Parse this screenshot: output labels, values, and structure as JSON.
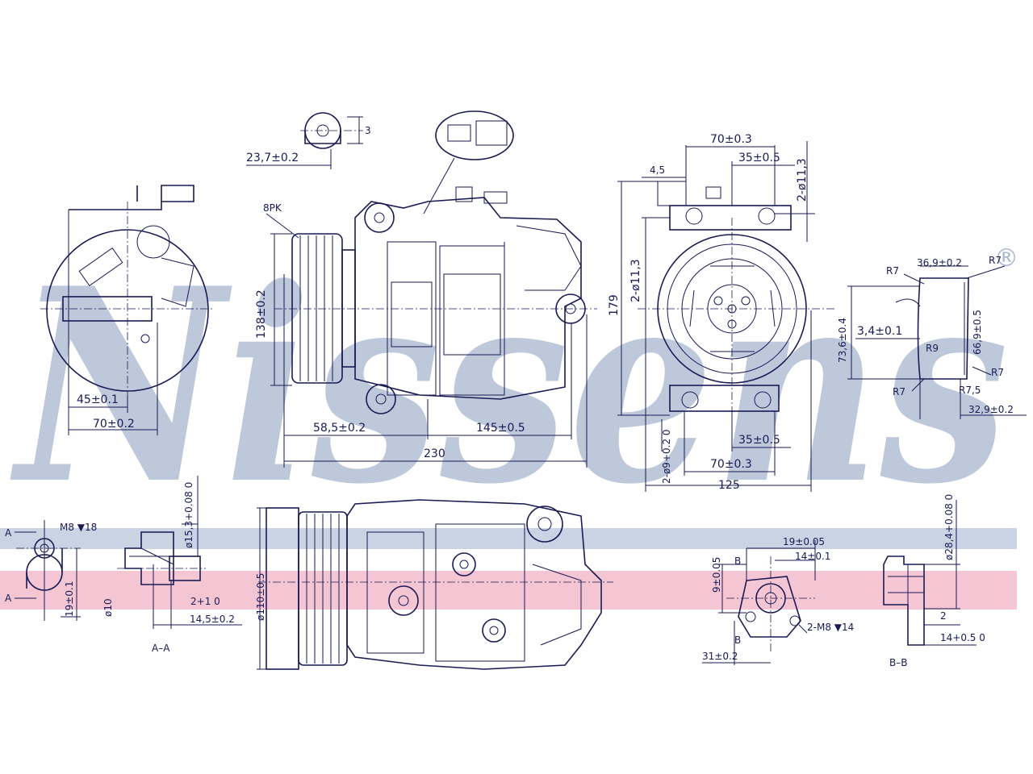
{
  "watermark": {
    "text": "Nissens",
    "registered": "®",
    "color": "#a9b6cf"
  },
  "bands": {
    "blue": "#c9d3e4",
    "pink": "#f4c5d2"
  },
  "colors": {
    "line": "#1a1a55",
    "background": "#ffffff"
  },
  "left_view": {
    "dim_45": "45±0.1",
    "dim_70": "70±0.2"
  },
  "top_detail": {
    "dim_23_7": "23,7±0.2",
    "dim_3": "3"
  },
  "side_view": {
    "label_8pk": "8PK",
    "dim_138": "138±0.2",
    "dim_58_5": "58,5±0.2",
    "dim_145": "145±0.5",
    "dim_230": "230"
  },
  "front_view": {
    "dim_70_top": "70±0.3",
    "dim_35_top": "35±0.5",
    "dim_4_5": "4,5",
    "dim_2_d11_3_top": "2-ø11,3",
    "dim_179": "179",
    "dim_2_d11_3_left": "2-ø11,3",
    "dim_2_d9": "2-ø9+0.2 0",
    "dim_35_bottom": "35±0.5",
    "dim_70_bottom": "70±0.3",
    "dim_125": "125"
  },
  "bracket_view": {
    "r7_a": "R7",
    "dim_36_9": "36,9±0.2",
    "r7_b": "R7",
    "dim_73_6": "73,6±0.4",
    "dim_3_4": "3,4±0.1",
    "r9": "R9",
    "dim_66_9": "66,9±0.5",
    "r7_c": "R7",
    "r7_d": "R7",
    "r7_5": "R7,5",
    "dim_32_9": "32,9±0.2"
  },
  "section_aa": {
    "label_a_top": "A",
    "label_a_bottom": "A",
    "m8": "M8 ▼18",
    "dim_19": "19±0.1",
    "dim_d10": "ø10",
    "dim_d15_3": "ø15,3+0.08 0",
    "dim_2": "2+1 0",
    "dim_14_5": "14,5±0.2",
    "title": "A–A"
  },
  "bottom_side_view": {
    "dim_d110": "ø110±0.5"
  },
  "port_detail": {
    "label_b_top": "B",
    "label_b_bottom": "B",
    "dim_19": "19±0.05",
    "dim_14": "14±0.1",
    "dim_9": "9±0.05",
    "m8_2": "2-M8 ▼14",
    "dim_31": "31±0.2"
  },
  "section_bb": {
    "dim_d28_4": "ø28,4+0.08 0",
    "dim_2": "2",
    "dim_14": "14+0.5 0",
    "title": "B–B"
  }
}
